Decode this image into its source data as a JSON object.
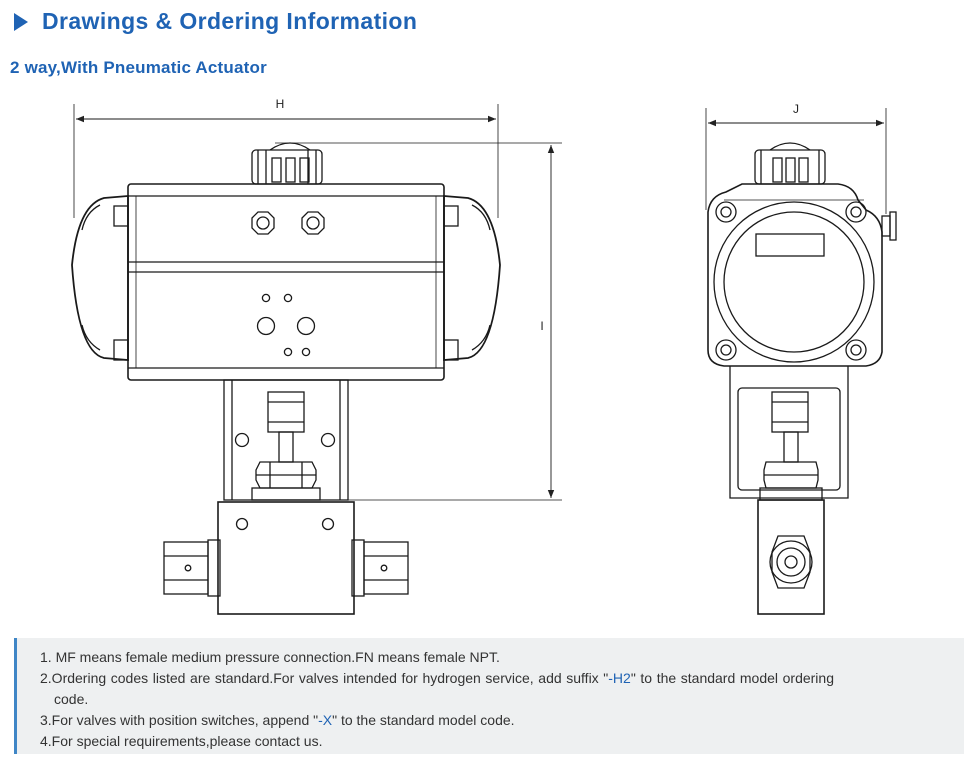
{
  "header": {
    "title": "Drawings & Ordering Information",
    "subtitle": "2 way,With Pneumatic Actuator"
  },
  "drawing": {
    "dim_h": "H",
    "dim_i": "I",
    "dim_j": "J"
  },
  "notes": {
    "n1": "1. MF means female medium pressure connection.FN means female NPT.",
    "n2_a": "2.Ordering codes listed are standard.For valves intended for hydrogen service, add suffix \"",
    "n2_code": "-H2",
    "n2_b": "\" to the standard model ordering code.",
    "n3_a": "3.For valves with position switches, append \"",
    "n3_code": "-X",
    "n3_b": "\" to the standard model code.",
    "n4": "4.For special requirements,please contact us."
  },
  "colors": {
    "brand_blue": "#1f63b4",
    "note_bar": "#3f86c6",
    "note_bg": "#eef0f1"
  }
}
